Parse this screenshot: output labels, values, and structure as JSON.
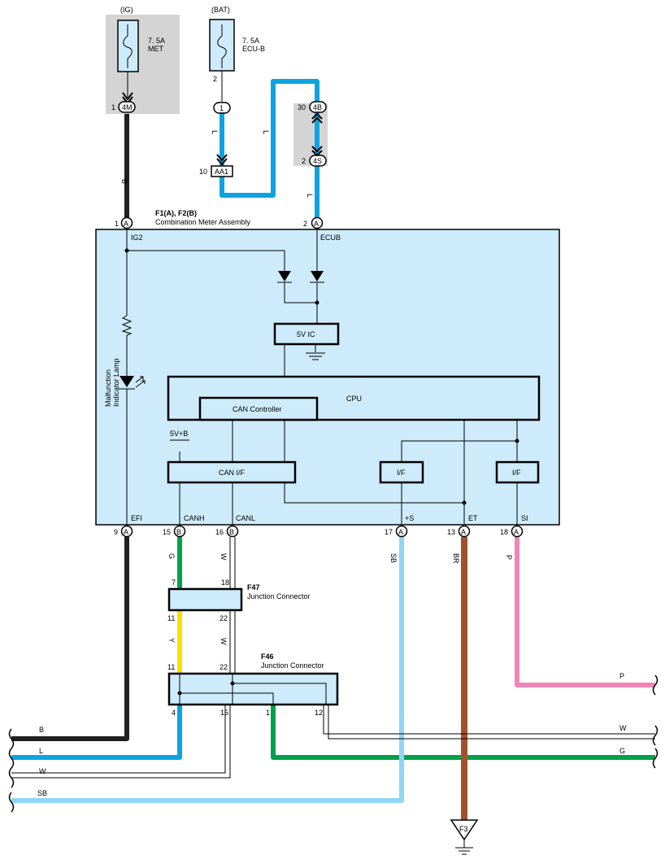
{
  "sources": {
    "ig": {
      "label": "(IG)",
      "rating": "7. 5A",
      "name": "MET"
    },
    "bat": {
      "label": "(BAT)",
      "rating": "7. 5A",
      "name": "ECU-B"
    }
  },
  "pins": {
    "ig_fuse_out": "1",
    "ig_conn": "4M",
    "bat_fuse_out": "2",
    "bat_conn": "1",
    "aa1_pin": "10",
    "aa1": "AA1",
    "j4b_pin": "30",
    "j4b": "4B",
    "j4s_pin": "2",
    "j4s": "4S"
  },
  "wire_colors": {
    "b_top": "B",
    "l_1": "L",
    "l_2": "L",
    "l_3": "L",
    "g": "G",
    "w_1": "W",
    "y": "Y",
    "w_2": "W",
    "sb": "SB",
    "br": "BR",
    "p": "P"
  },
  "meter": {
    "id": "F1(A), F2(B)",
    "name": "Combination Meter Assembly",
    "ig_pin": "1",
    "ig_conn": "A",
    "ecub_pin": "2",
    "ecub_conn": "A",
    "term_ig2": "IG2",
    "term_ecub": "ECUB",
    "ic": "5V IC",
    "cpu": "CPU",
    "can_ctrl": "CAN Controller",
    "can_if": "CAN I/F",
    "if_1": "I/F",
    "if_2": "I/F",
    "v5b": "5V+B",
    "lamp": "Malfunction",
    "lamp2": "Indicator Lamp",
    "term_efi": "EFI",
    "term_canh": "CANH",
    "term_canl": "CANL",
    "term_s": "+S",
    "term_et": "ET",
    "term_si": "SI"
  },
  "bottom_pins": [
    {
      "num": "9",
      "conn": "A"
    },
    {
      "num": "15",
      "conn": "B"
    },
    {
      "num": "16",
      "conn": "B"
    },
    {
      "num": "17",
      "conn": "A"
    },
    {
      "num": "13",
      "conn": "A"
    },
    {
      "num": "18",
      "conn": "A"
    }
  ],
  "f47": {
    "id": "F47",
    "name": "Junction Connector",
    "p7": "7",
    "p18": "18",
    "p11": "11",
    "p22": "22"
  },
  "f46": {
    "id": "F46",
    "name": "Junction Connector",
    "p11": "11",
    "p22": "22",
    "p4": "4",
    "p15": "15",
    "p1": "1",
    "p12": "12"
  },
  "outputs": {
    "b": "B",
    "l": "L",
    "w_left": "W",
    "sb": "SB",
    "p": "P",
    "w_right": "W",
    "g": "G"
  },
  "ground": "F3",
  "colors": {
    "black": "#231f20",
    "blue": "#0ea3e0",
    "light_blue": "#8fd6f4",
    "green": "#00a14b",
    "yellow": "#ffdd00",
    "brown": "#a0522d",
    "pink": "#ef85b5",
    "fill": "#cdebfb",
    "gray": "#d4d4d4"
  }
}
